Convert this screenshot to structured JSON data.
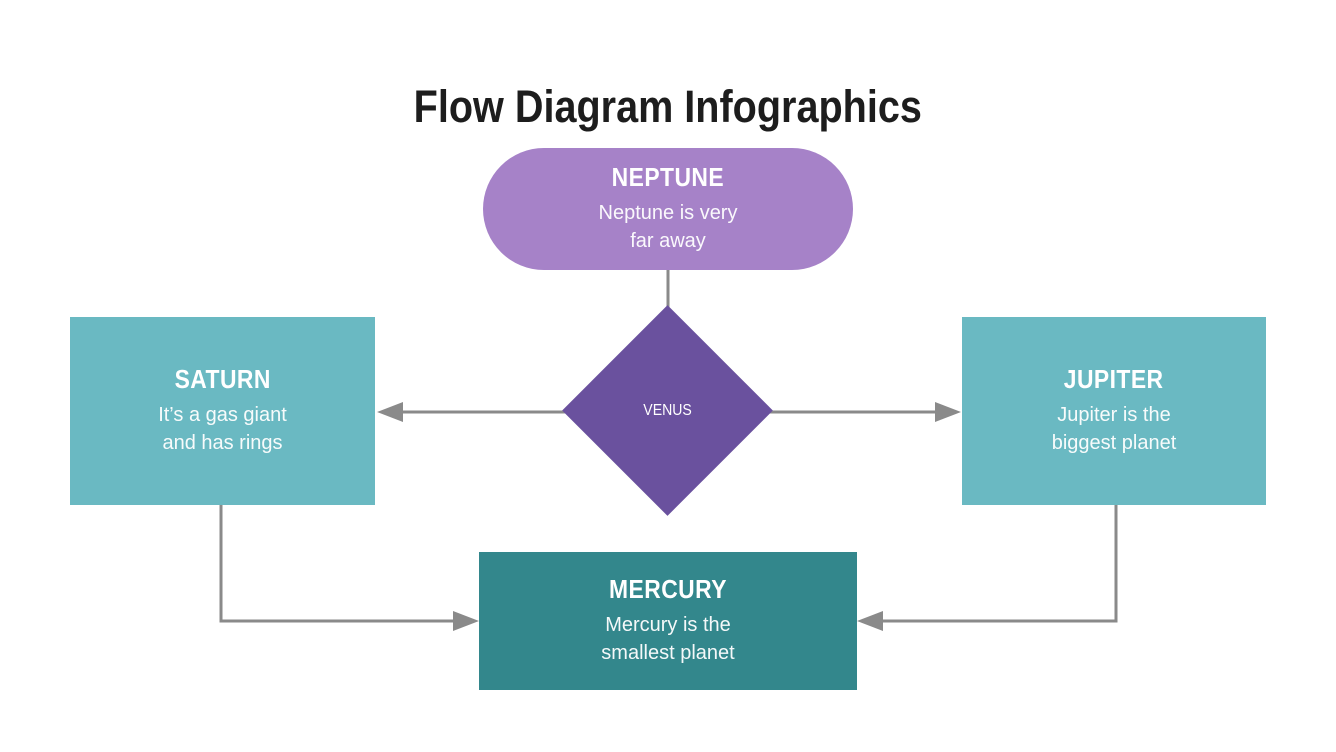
{
  "title": "Flow Diagram Infographics",
  "colors": {
    "title_text": "#1d1d1d",
    "connector": "#8a8a8a",
    "node_text": "#ffffff",
    "neptune_fill": "#a682c8",
    "venus_fill": "#6a519e",
    "saturn_fill": "#6ab9c2",
    "jupiter_fill": "#6ab9c2",
    "mercury_fill": "#33878c"
  },
  "nodes": {
    "neptune": {
      "label": "NEPTUNE",
      "desc_line1": "Neptune is very",
      "desc_line2": "far away",
      "shape": "pill"
    },
    "venus": {
      "label": "VENUS",
      "shape": "diamond"
    },
    "saturn": {
      "label": "SATURN",
      "desc_line1": "It’s a gas giant",
      "desc_line2": "and has rings",
      "shape": "rectangle"
    },
    "jupiter": {
      "label": "JUPITER",
      "desc_line1": "Jupiter is the",
      "desc_line2": "biggest planet",
      "shape": "rectangle"
    },
    "mercury": {
      "label": "MERCURY",
      "desc_line1": "Mercury is the",
      "desc_line2": "smallest planet",
      "shape": "rectangle"
    }
  },
  "connections": [
    {
      "from": "neptune",
      "to": "venus",
      "arrowhead": false
    },
    {
      "from": "venus",
      "to": "saturn",
      "arrowhead": true
    },
    {
      "from": "venus",
      "to": "jupiter",
      "arrowhead": true
    },
    {
      "from": "saturn",
      "to": "mercury",
      "arrowhead": true
    },
    {
      "from": "jupiter",
      "to": "mercury",
      "arrowhead": true
    }
  ]
}
